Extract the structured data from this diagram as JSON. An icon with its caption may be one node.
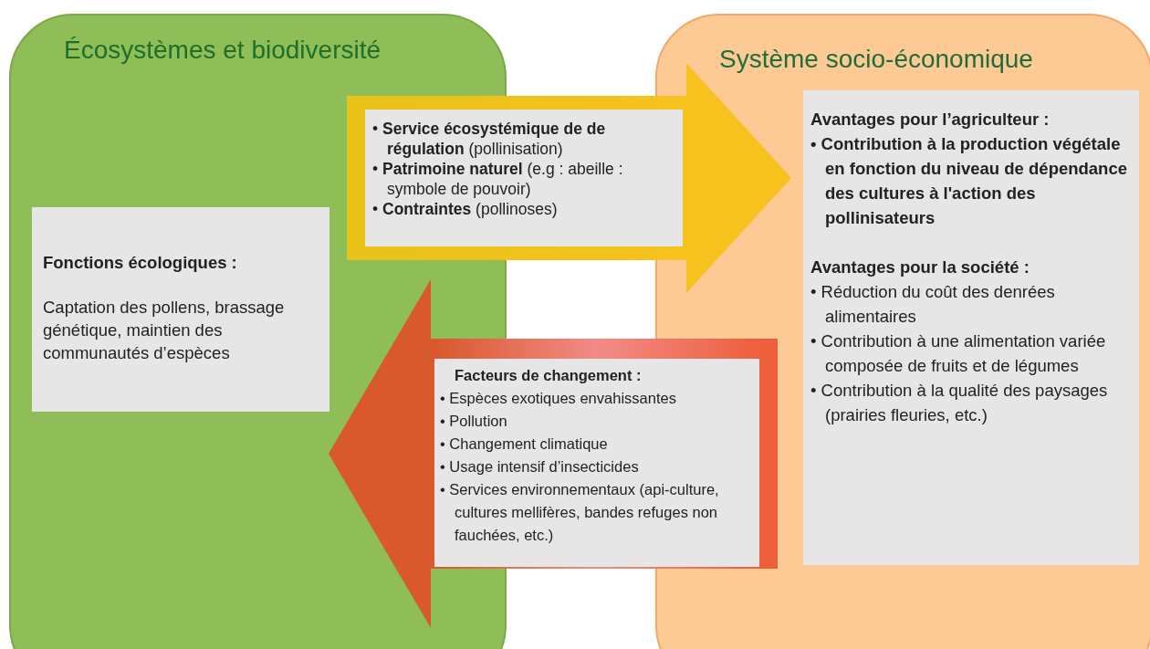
{
  "diagram": {
    "nodes": [
      {
        "text": [
          "Écosystèmes et biodiversité"
        ]
      },
      {
        "text": [
          "Fonctions écologiques :",
          "Captation des pollens, brassage génétique, maintien des communautés d’espèces"
        ],
        "in": 0
      },
      {
        "text": [
          "Système socio-économique"
        ]
      },
      {
        "text": [
          "Avantages pour l’agriculteur :",
          "• Contribution à la production végétale en fonction du niveau de dépendance des cultures à l'action des pollinisateurs",
          "Avantages pour la société :",
          "• Réduction du coût des denrées alimentaires",
          "• Contribution à une alimentation variée composée de fruits et de légumes",
          "• Contribution à la qualité des paysages (prairies fleuries, etc.)"
        ],
        "in": 2
      },
      {
        "text": [
          "• **Service écosystémique de de régulation** (pollinisation)",
          "• **Patrimoine naturel** (e.g : abeille : symbole de pouvoir)",
          "• **Contraintes** (pollinoses)"
        ]
      },
      {
        "text": [
          "Facteurs de changement :",
          "• Espèces exotiques envahissantes",
          "• Pollution",
          "• Changement climatique",
          "• Usage intensif d’insecticides",
          "• Services environnementaux (api-culture, cultures mellifères, bandes refuges non fauchées, etc.)"
        ]
      }
    ],
    "edges": [
      {
        "from": 4,
        "to": 2,
        "arrow": "to",
        "style": "thick",
        "color": "#f7c21e"
      },
      {
        "from": 5,
        "to": 0,
        "arrow": "to",
        "style": "thick",
        "color": "#d9582c"
      }
    ]
  }
}
